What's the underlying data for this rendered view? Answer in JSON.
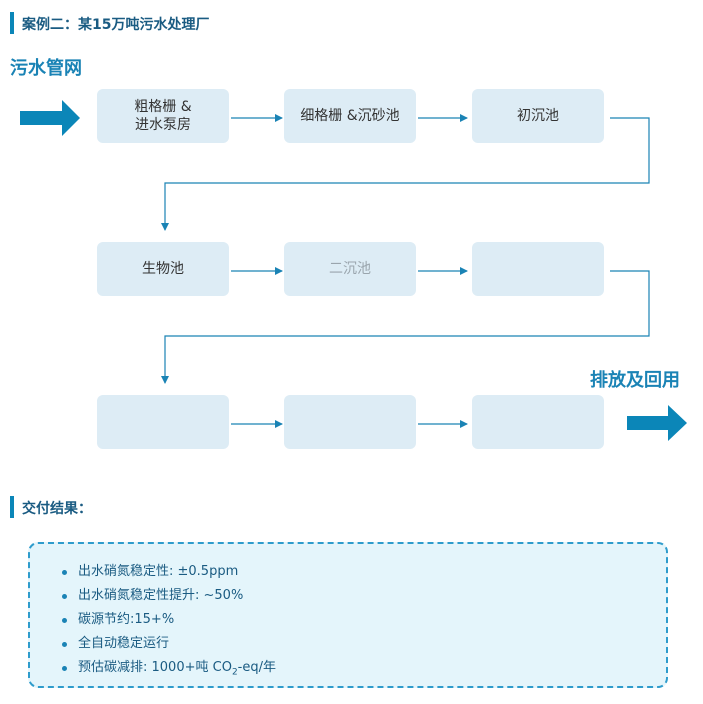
{
  "header": {
    "title": "案例二：某15万吨污水处理厂"
  },
  "inlet_label": "污水管网",
  "outlet_label": "排放及回用",
  "rows": [
    [
      {
        "label": "粗格栅 &\n进水泵房",
        "dim": false
      },
      {
        "label": "细格栅 &沉砂池",
        "dim": false
      },
      {
        "label": "初沉池",
        "dim": false
      }
    ],
    [
      {
        "label": "生物池",
        "dim": false
      },
      {
        "label": "二沉池",
        "dim": true
      },
      {
        "label": "",
        "dim": false
      }
    ],
    [
      {
        "label": "",
        "dim": false
      },
      {
        "label": "",
        "dim": false
      },
      {
        "label": "",
        "dim": false
      }
    ]
  ],
  "results": {
    "title": "交付结果：",
    "items": [
      {
        "text": "出水硝氮稳定性: ±0.5ppm"
      },
      {
        "text": "出水硝氮稳定性提升: ~50%"
      },
      {
        "text": "碳源节约:15+%"
      },
      {
        "text": "全自动稳定运行"
      },
      {
        "pre": "预估碳减排: 1000+吨 CO",
        "sub": "2",
        "post": "-eq/年"
      }
    ]
  },
  "colors": {
    "accent": "#0b86b8",
    "box_fill": "#ddecf5",
    "panel_fill": "#e4f5fb",
    "line": "#1a83b5"
  }
}
